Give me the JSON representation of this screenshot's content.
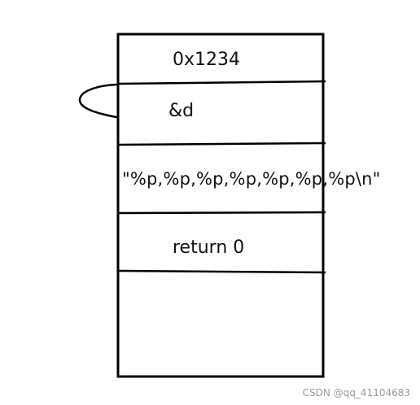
{
  "stack": {
    "cells": [
      {
        "label": "0x1234"
      },
      {
        "label": "&d"
      },
      {
        "label": "\"%p,%p,%p,%p,%p,%p,%p\\n\""
      },
      {
        "label": "return 0"
      },
      {
        "label": ""
      }
    ]
  },
  "watermark": "CSDN @qq_41104683",
  "colors": {
    "stroke": "#000000",
    "text": "#111111",
    "watermark": "#9a9a9a",
    "background": "#ffffff"
  }
}
